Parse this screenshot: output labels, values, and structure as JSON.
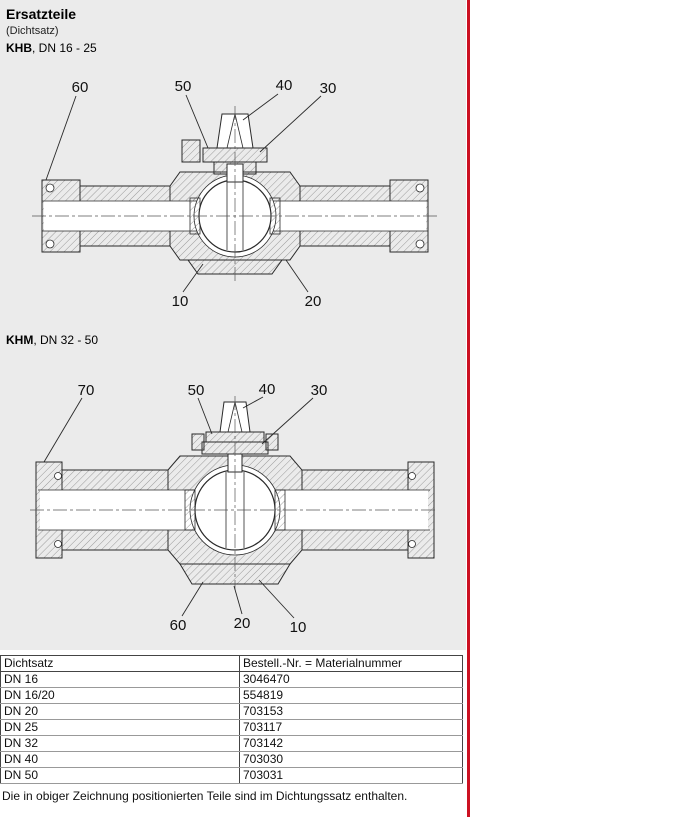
{
  "page": {
    "title": "Ersatzteile",
    "subtitle": "(Dichtsatz)",
    "footer": "Die in obiger Zeichnung positionierten Teile sind im Dichtungssatz enthalten.",
    "accent_red": "#cc1122",
    "drawing_bg": "#ebebeb"
  },
  "drawings": [
    {
      "label_bold": "KHB",
      "label_rest": ", DN 16 - 25",
      "callouts": [
        "60",
        "50",
        "40",
        "30",
        "10",
        "20"
      ]
    },
    {
      "label_bold": "KHM",
      "label_rest": ", DN 32 - 50",
      "callouts": [
        "70",
        "50",
        "40",
        "30",
        "60",
        "20",
        "10"
      ]
    }
  ],
  "table": {
    "headers": [
      "Dichtsatz",
      "Bestell.-Nr. = Materialnummer"
    ],
    "rows": [
      [
        "DN 16",
        "3046470"
      ],
      [
        "DN 16/20",
        "554819"
      ],
      [
        "DN 20",
        "703153"
      ],
      [
        "DN 25",
        "703117"
      ],
      [
        "DN 32",
        "703142"
      ],
      [
        "DN 40",
        "703030"
      ],
      [
        "DN 50",
        "703031"
      ]
    ]
  }
}
